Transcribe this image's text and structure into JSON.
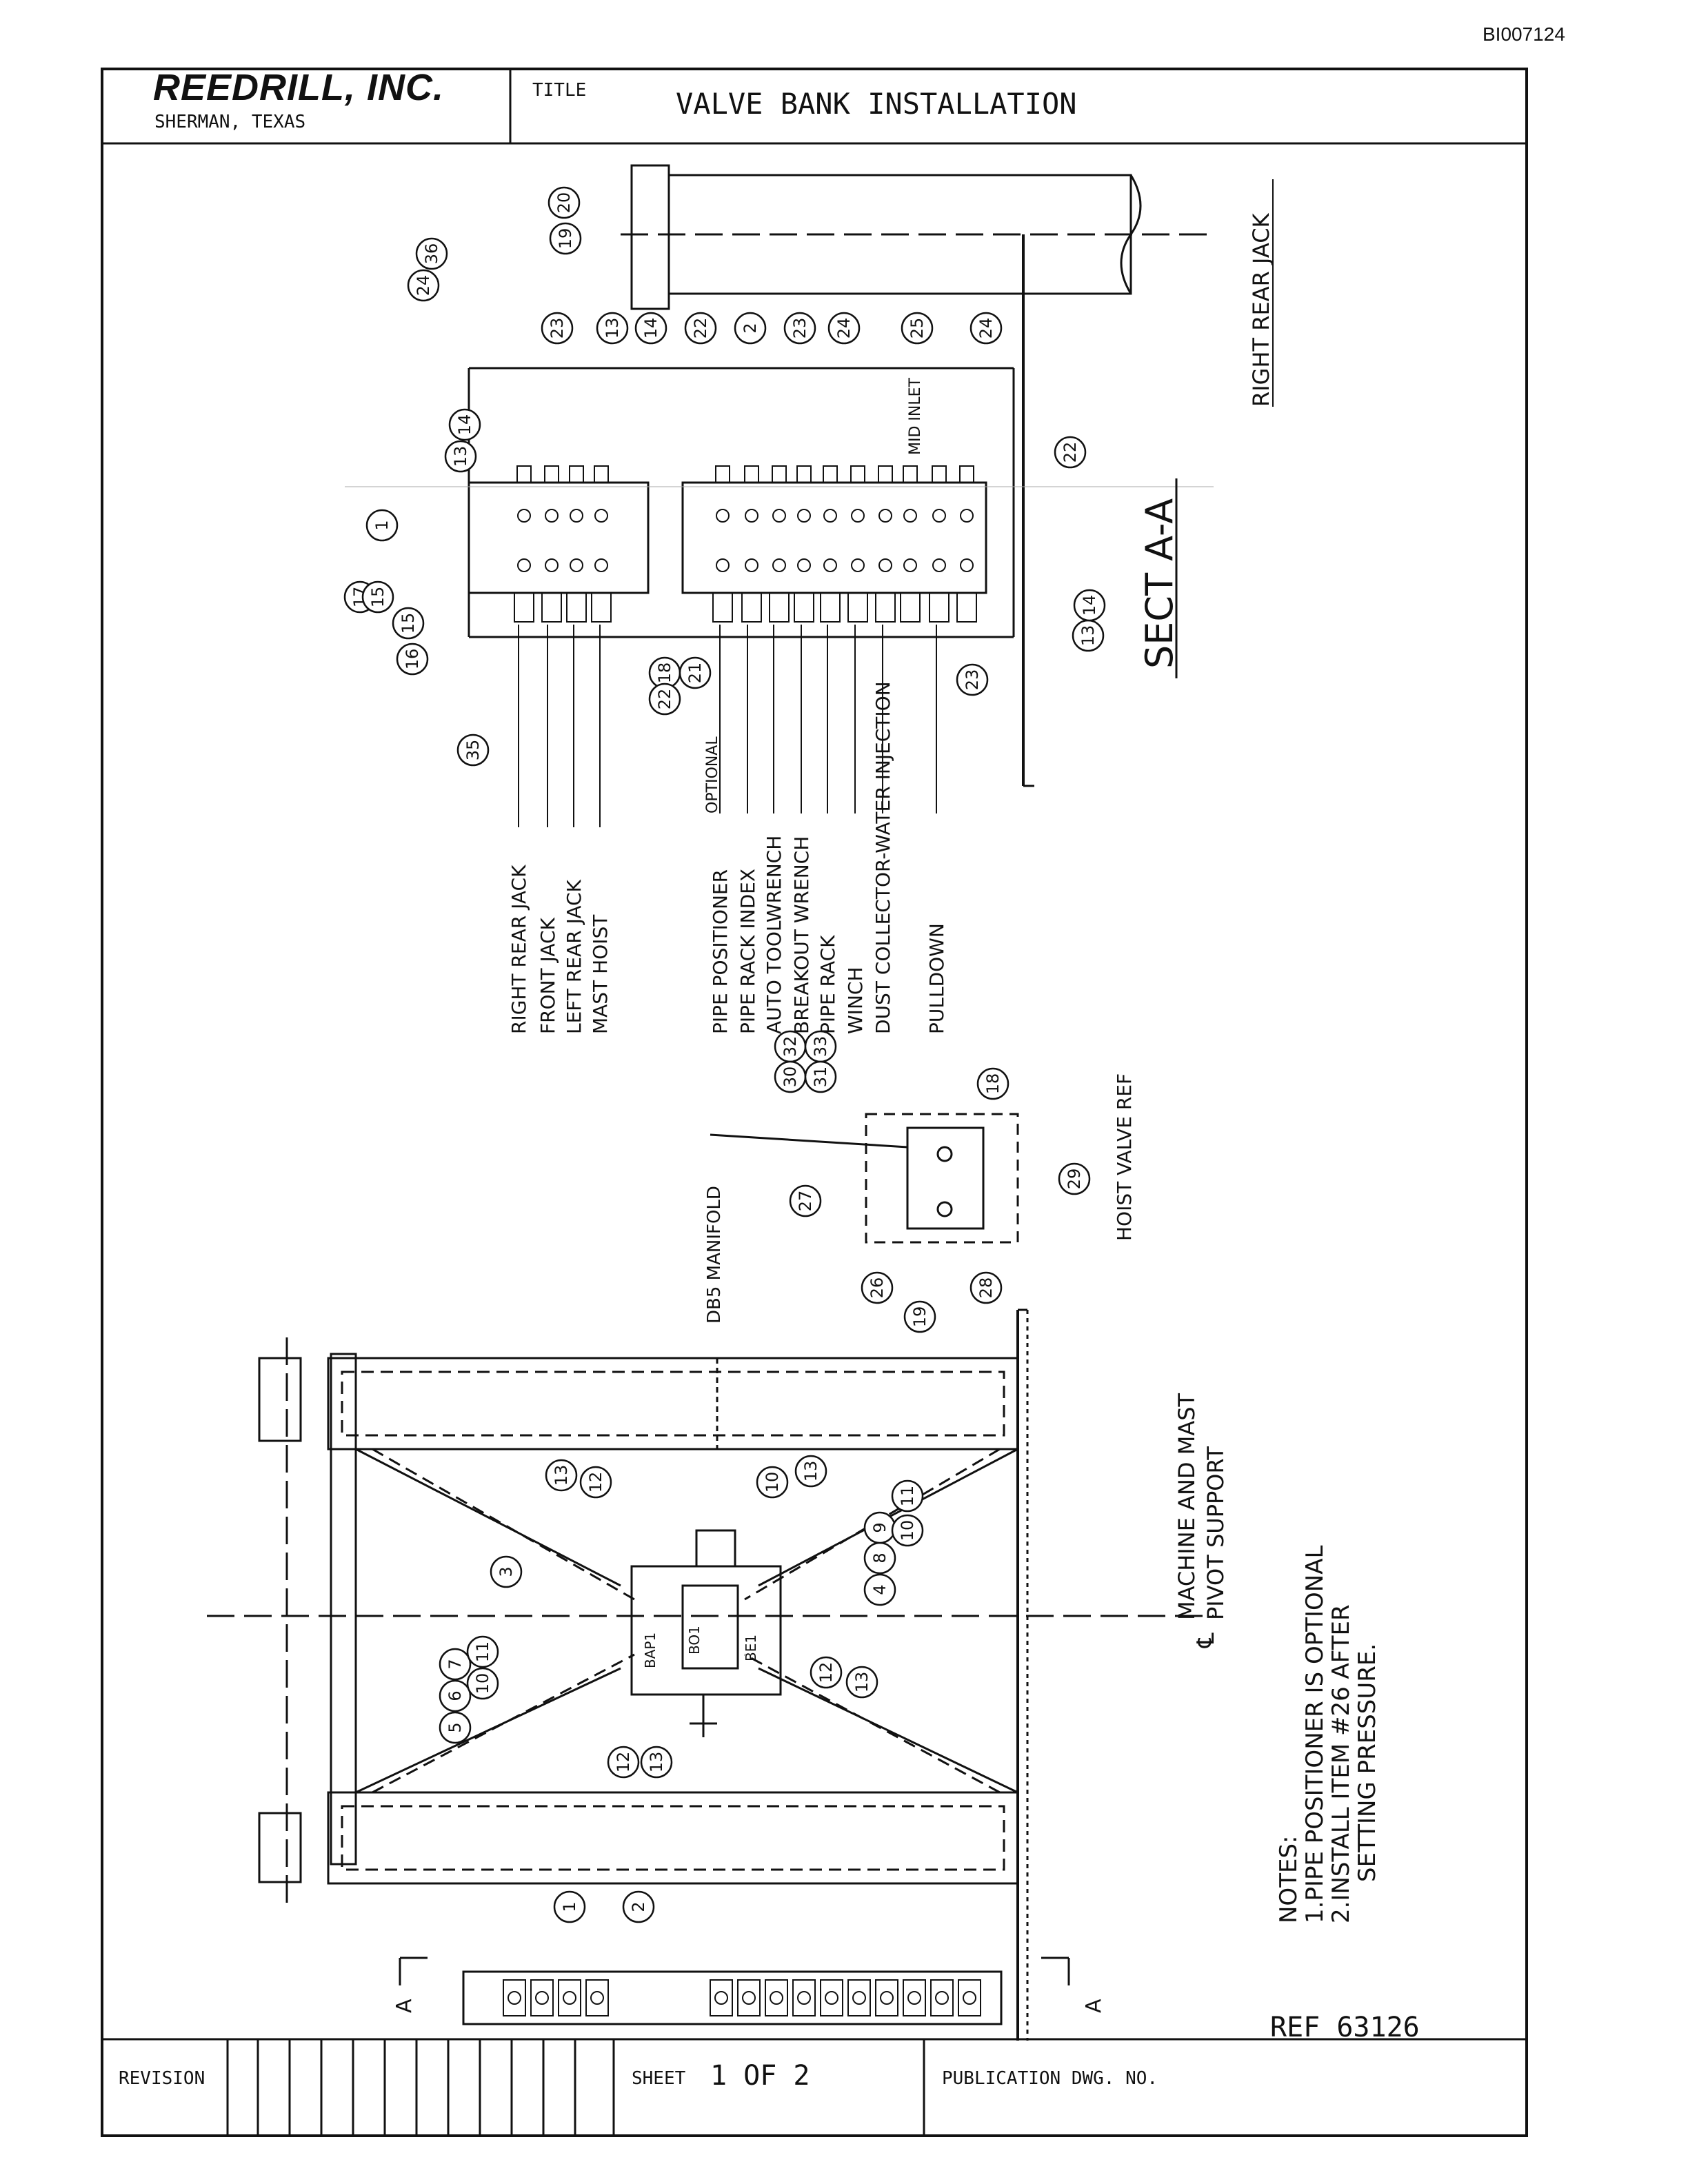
{
  "doc_id": "BI007124",
  "title_block": {
    "company": "REEDRILL, INC.",
    "location": "SHERMAN, TEXAS",
    "title_label": "TITLE",
    "title": "VALVE BANK INSTALLATION",
    "revision_label": "REVISION",
    "sheet_label": "SHEET",
    "sheet_value": "1 OF 2",
    "publication_label": "PUBLICATION DWG. NO."
  },
  "ref": "REF 63126",
  "section_label": "SECT A-A",
  "section_marker": "A",
  "right_rear_jack_label": "RIGHT REAR JACK",
  "valve_functions_group1": [
    "RIGHT REAR JACK",
    "FRONT JACK",
    "LEFT REAR JACK",
    "MAST HOIST"
  ],
  "valve_functions_group2": [
    "PIPE POSITIONER",
    "PIPE RACK INDEX",
    "AUTO TOOLWRENCH",
    "BREAKOUT WRENCH",
    "PIPE RACK",
    "WINCH",
    "DUST COLLECTOR-WATER INJECTION",
    "PULLDOWN"
  ],
  "optional_label": "OPTIONAL",
  "mid_inlet_label": "MID INLET",
  "manifold_label": "DB5 MANIFOLD",
  "hoist_valve_ref_label": "HOIST VALVE REF",
  "pivot_label": [
    "MACHINE AND MAST",
    "PIVOT SUPPORT"
  ],
  "notes": {
    "heading": "NOTES:",
    "lines": [
      "1.PIPE POSITIONER IS OPTIONAL",
      "2.INSTALL ITEM #26 AFTER",
      "SETTING PRESSURE."
    ]
  },
  "port_labels": [
    "BAP1",
    "BO1",
    "BE1"
  ],
  "callouts_sect": [
    "1",
    "17",
    "15",
    "13",
    "14",
    "24",
    "36",
    "23",
    "13",
    "14",
    "19",
    "20",
    "22",
    "2",
    "23",
    "24",
    "25",
    "24",
    "22",
    "16",
    "15",
    "35",
    "18",
    "21",
    "22",
    "23",
    "13",
    "14"
  ],
  "callouts_hoist": [
    "32",
    "33",
    "30",
    "31",
    "18",
    "27",
    "29",
    "26",
    "19",
    "28"
  ],
  "callouts_mast": [
    "3",
    "13",
    "12",
    "10",
    "13",
    "4",
    "8",
    "9",
    "10",
    "11",
    "5",
    "6",
    "7",
    "10",
    "11",
    "12",
    "13",
    "12",
    "13",
    "1",
    "2"
  ]
}
